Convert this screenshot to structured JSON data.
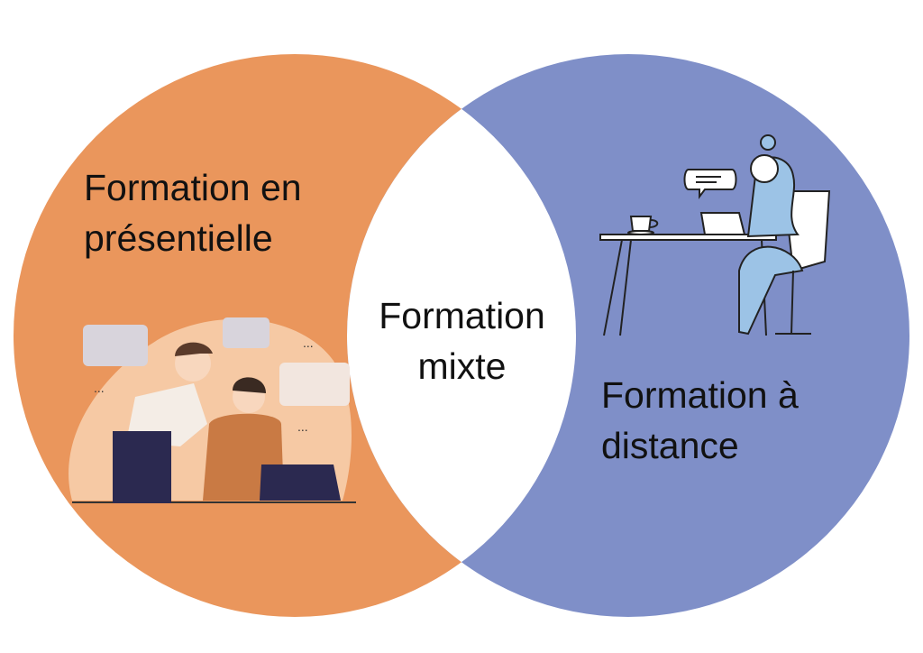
{
  "diagram": {
    "type": "venn",
    "left": {
      "line1": "Formation en",
      "line2": "présentielle",
      "color": "#EA965C"
    },
    "center": {
      "line1": "Formation",
      "line2": "mixte",
      "color": "#FFFFFF"
    },
    "right": {
      "line1": "Formation à",
      "line2": "distance",
      "color": "#7F8FC8"
    }
  }
}
